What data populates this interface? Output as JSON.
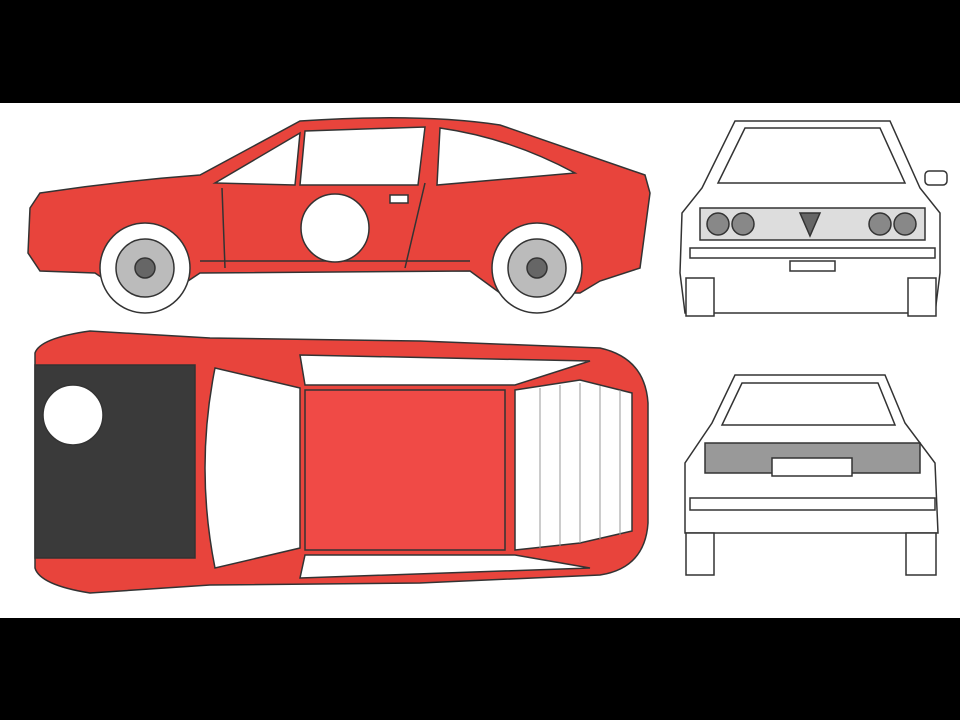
{
  "colors": {
    "letterbox": "#000000",
    "background": "#ffffff",
    "body_red": "#e8443c",
    "roof_red": "#f04a46",
    "hood_dark": "#3a3a3a",
    "line": "#333333",
    "glass": "#ffffff"
  },
  "views": [
    "side",
    "top",
    "front",
    "rear"
  ]
}
